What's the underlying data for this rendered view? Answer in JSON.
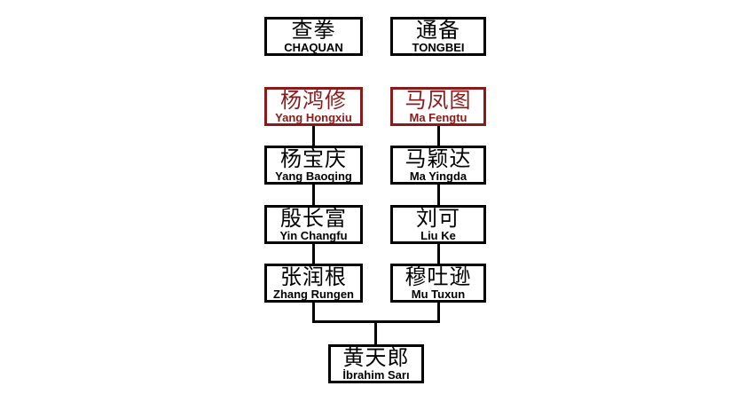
{
  "colors": {
    "accent_red": "#8B1A1A",
    "ink": "#000000",
    "background": "#FFFFFF"
  },
  "diagram_type": "lineage-tree",
  "columns": [
    {
      "name": "chaquan-lineage",
      "nodes": [
        {
          "hanzi": "查拳",
          "latin": "CHAQUAN",
          "style": "black"
        },
        {
          "hanzi": "杨鸿修",
          "latin": "Yang Hongxiu",
          "style": "red"
        },
        {
          "hanzi": "杨宝庆",
          "latin": "Yang Baoqing",
          "style": "black"
        },
        {
          "hanzi": "殷长富",
          "latin": "Yin Changfu",
          "style": "black"
        },
        {
          "hanzi": "张润根",
          "latin": "Zhang Rungen",
          "style": "black"
        }
      ]
    },
    {
      "name": "tongbei-lineage",
      "nodes": [
        {
          "hanzi": "通备",
          "latin": "TONGBEI",
          "style": "black"
        },
        {
          "hanzi": "马凤图",
          "latin": "Ma Fengtu",
          "style": "red"
        },
        {
          "hanzi": "马颖达",
          "latin": "Ma Yingda",
          "style": "black"
        },
        {
          "hanzi": "刘可",
          "latin": "Liu Ke",
          "style": "black"
        },
        {
          "hanzi": "穆吐逊",
          "latin": "Mu Tuxun",
          "style": "black"
        }
      ]
    }
  ],
  "root": {
    "hanzi": "黄天郎",
    "latin": "İbrahim Sarı"
  }
}
